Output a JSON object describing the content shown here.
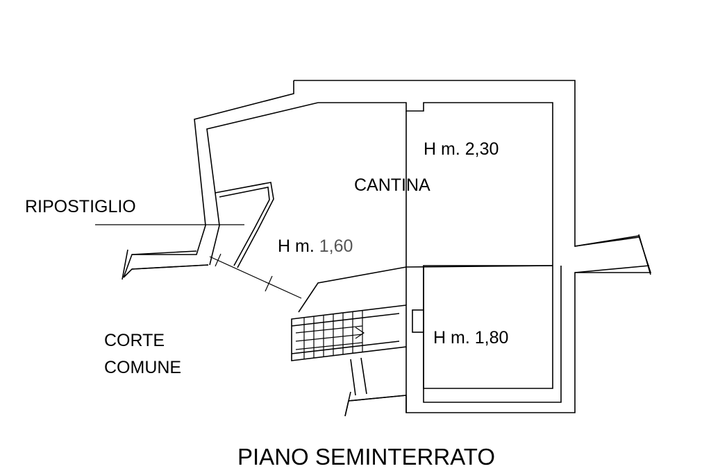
{
  "labels": {
    "ripostiglio": "RIPOSTIGLIO",
    "cantina": "CANTINA",
    "corte_line1": "CORTE",
    "corte_line2": "COMUNE",
    "title": "PIANO SEMINTERRATO"
  },
  "heights": {
    "h1_prefix": "H m. ",
    "h1_value": "2,30",
    "h2_prefix": "H m. ",
    "h2_value_a": "1",
    "h2_value_b": ",60",
    "h3_prefix": "H m. ",
    "h3_value": "1,80"
  },
  "colors": {
    "line": "#000000",
    "background": "#ffffff",
    "grey_text": "#555555"
  }
}
